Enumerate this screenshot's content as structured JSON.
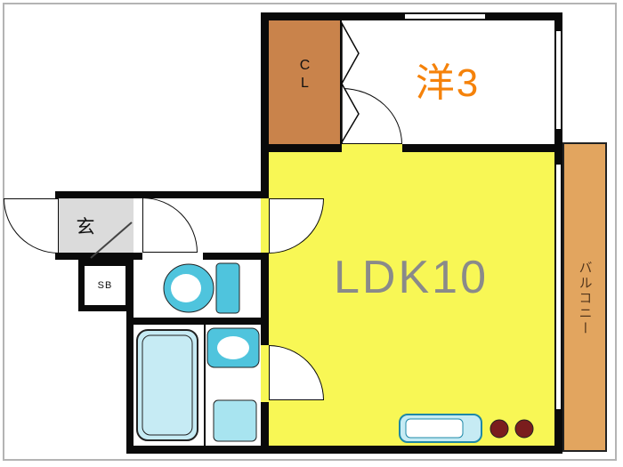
{
  "plan": {
    "closet_label": "CL",
    "western_room_label": "洋3",
    "ldk_label": "LDK10",
    "balcony_label": "バルコニー",
    "entrance_label": "玄",
    "shoebox_label": "SB"
  },
  "colors": {
    "wall": "#0a0a0a",
    "ldk_fill": "#F8F755",
    "closet_fill": "#C9834B",
    "balcony_fill": "#E2A55F",
    "entrance_fill": "#DBDBDB",
    "western_label_color": "#F5820A",
    "ldk_label_color": "#8A8A8A",
    "balcony_label_color": "#50341B",
    "fixture_cyan": "#4FC4DD",
    "tub_fill": "#C6EBF4",
    "pan_fill": "#A8E4F0",
    "sink_fill": "#C6EBF4",
    "sink_stroke": "#1E88A8",
    "burner": "#7A1D1D"
  },
  "fixtures": {
    "toilet": "toilet-icon",
    "bathtub": "bathtub-icon",
    "washbasin": "washbasin-icon",
    "washing_machine_pan": "washing-machine-pan-icon",
    "kitchen_sink": "kitchen-sink-icon",
    "stove_burners": "stove-burner-icons"
  }
}
